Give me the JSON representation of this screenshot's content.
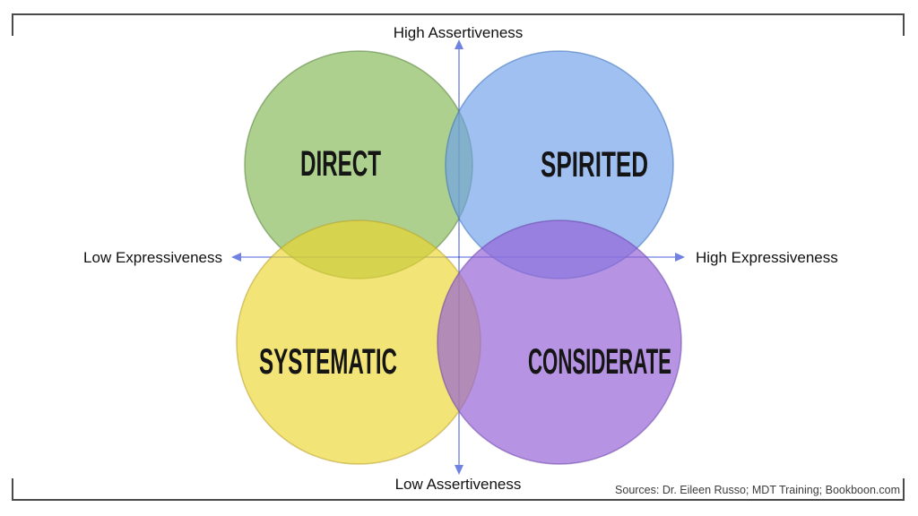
{
  "diagram": {
    "type": "four-circle venn / social styles matrix",
    "axes": {
      "top_label": "High Assertiveness",
      "bottom_label": "Low Assertiveness",
      "left_label": "Low Expressiveness",
      "right_label": "High Expressiveness",
      "arrow_color": "#7081e2"
    },
    "quadrants": [
      {
        "id": "direct",
        "label": "DIRECT",
        "fill": "#76b043",
        "stroke": "#55803a",
        "position": "top-left"
      },
      {
        "id": "spirited",
        "label": "SPIRITED",
        "fill": "#6d9eeb",
        "stroke": "#3a6fb8",
        "position": "top-right"
      },
      {
        "id": "systematic",
        "label": "SYSTEMATIC",
        "fill": "#ecd52e",
        "stroke": "#b89f2a",
        "position": "bottom-left"
      },
      {
        "id": "considerate",
        "label": "CONSIDERATE",
        "fill": "#9461d6",
        "stroke": "#6a43a8",
        "position": "bottom-right"
      }
    ],
    "source_note": "Sources: Dr. Eileen Russo; MDT Training; Bookboon.com",
    "frame_color": "#4a4a4a"
  }
}
